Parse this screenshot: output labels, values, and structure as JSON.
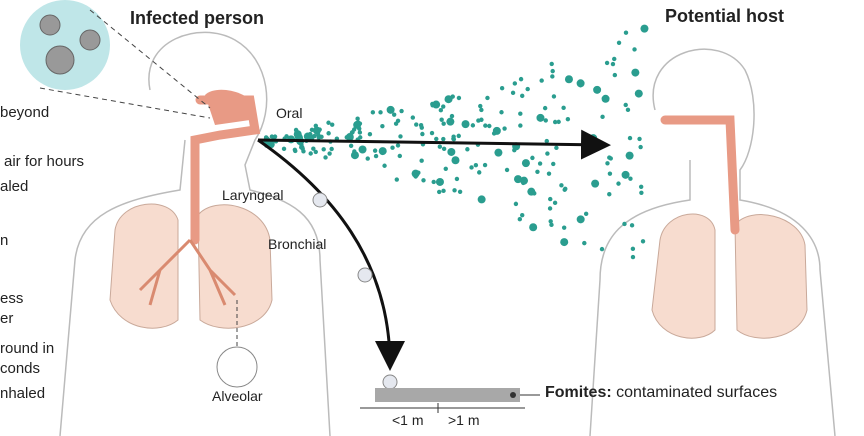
{
  "titles": {
    "infected": "Infected person",
    "host": "Potential host"
  },
  "left_text": [
    "beyond",
    "air for hours",
    "aled",
    "n",
    "ess",
    "er",
    "round in",
    "conds",
    "nhaled"
  ],
  "labels": {
    "oral": "Oral",
    "laryngeal": "Laryngeal",
    "bronchial": "Bronchial",
    "alveolar": "Alveolar"
  },
  "fomites": {
    "bold": "Fomites:",
    "rest": "contaminated surfaces"
  },
  "distance": {
    "near": "<1 m",
    "far": ">1 m"
  },
  "colors": {
    "aerosol": "#2a9d8f",
    "tissue": "#f2c9b8",
    "airway": "#e89a85",
    "droplet": "#d9dde6",
    "surface": "#a8a8a8"
  }
}
